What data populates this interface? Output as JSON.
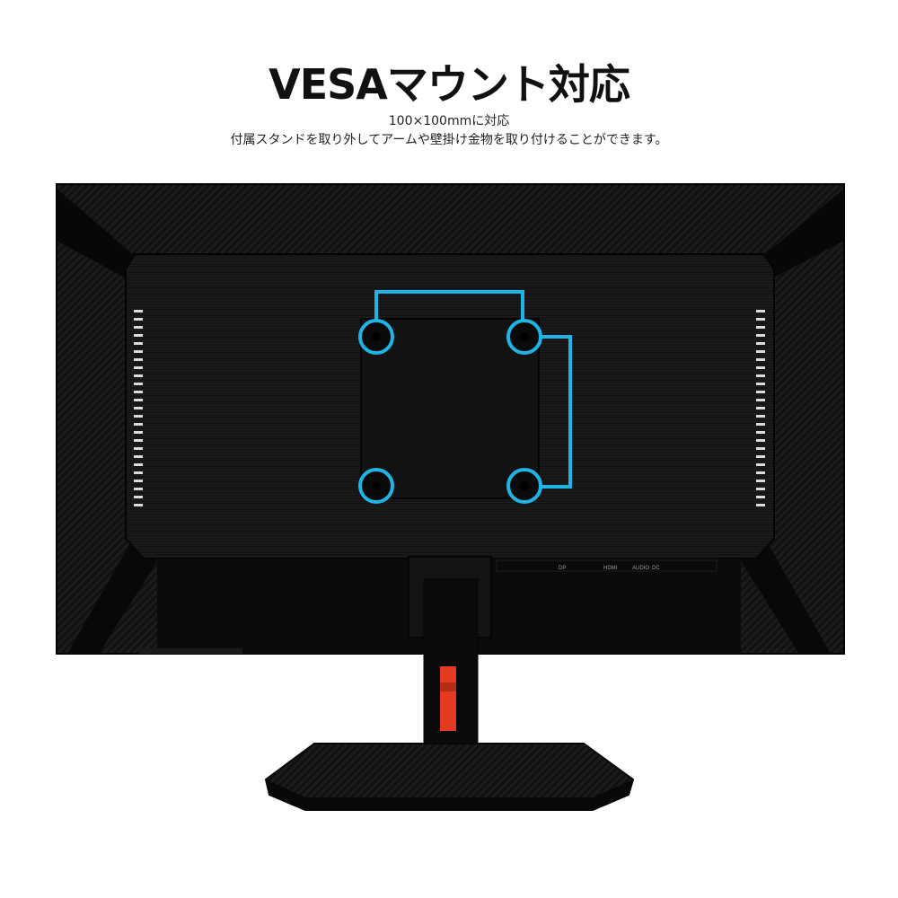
{
  "heading": {
    "title": "VESAマウント対応",
    "subtitle_1": "100×100mmに対応",
    "subtitle_2": "付属スタンドを取り外してアームや壁掛け金物を取り付けることができます。"
  },
  "ports": {
    "dp": "DP",
    "hdmi": "HDMI",
    "audio": "AUDIO",
    "dc": "DC"
  },
  "colors": {
    "accent_cyan": "#1eb4e6",
    "stand_red": "#e43a1f",
    "monitor_body": "#0d0d0d"
  },
  "icons": {
    "mount_holes": "vesa-mount-hole-icon"
  }
}
